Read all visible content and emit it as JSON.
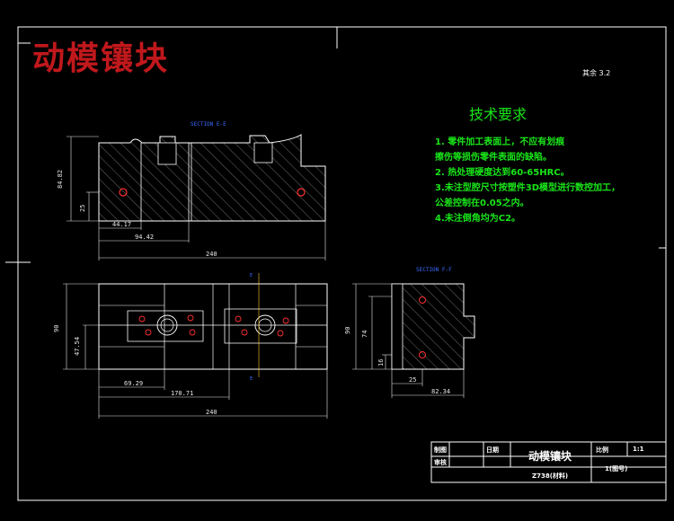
{
  "drawing": {
    "title": "动模镶块",
    "surface_mark": "其余 3.2",
    "colors": {
      "background": "#000000",
      "outline": "#ffffff",
      "title_red": "#c0181c",
      "notes_green": "#19e619",
      "section_blue": "#3b6bff",
      "hatch": "#9a9a9a"
    }
  },
  "technical_requirements": {
    "heading": "技术要求",
    "items": [
      "1. 零件加工表面上，不应有划痕",
      "擦伤等损伤零件表面的缺陷。",
      "2. 热处理硬度达到60-65HRC。",
      "3.未注型腔尺寸按塑件3D模型进行数控加工，",
      "公差控制在0.05之内。",
      "4.未注倒角均为C2。"
    ]
  },
  "views": {
    "section_ee": {
      "label": "SECTION E-E",
      "dims": {
        "height": "84.82",
        "hole_height": "25",
        "d1": "44.17",
        "d2": "94.42",
        "width": "240"
      }
    },
    "plan": {
      "cut_letter": "E",
      "dims": {
        "height": "90",
        "half": "47.54",
        "d1": "69.29",
        "d2": "170.71",
        "width": "240"
      }
    },
    "section_ff": {
      "label": "SECTION F-F",
      "dims": {
        "height": "90",
        "inner": "74",
        "hole_height": "16",
        "d1": "25",
        "d2": "82.34"
      }
    }
  },
  "title_block": {
    "drawn_label": "制图",
    "checked_label": "审核",
    "date_label": "日期",
    "part_name": "动模镶块",
    "scale_label": "比例",
    "scale_value": "1:1",
    "material": "Z738(材料)",
    "count": "1(图号)"
  }
}
